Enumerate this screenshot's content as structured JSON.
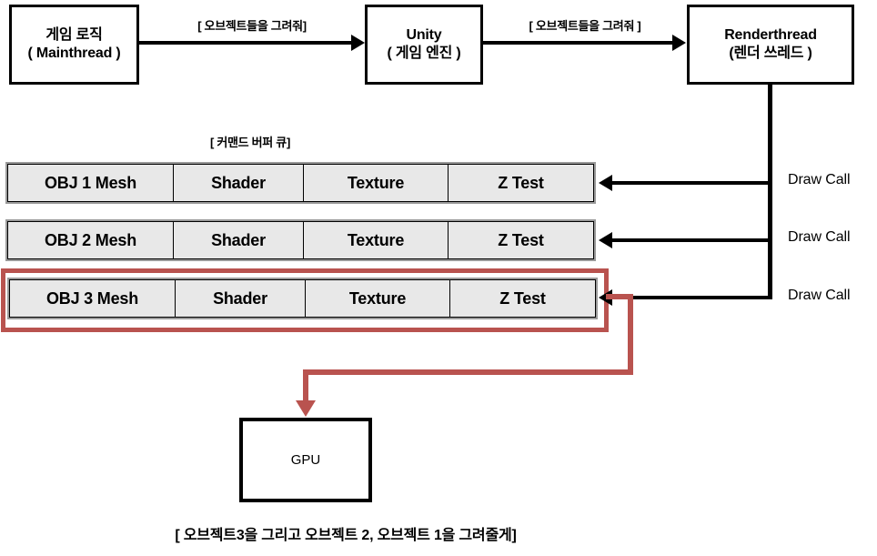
{
  "diagram": {
    "title_caption": "[ 오브젝트3을 그리고 오브젝트 2, 오브젝트 1을 그려줄게]",
    "queue_label": "[ 커맨드 버퍼 큐]",
    "colors": {
      "stroke": "#000000",
      "highlight": "#b9534f",
      "cell_fill": "#e8e8e8",
      "background": "#ffffff"
    },
    "processes": [
      {
        "id": "mainthread",
        "line1": "게임 로직",
        "line2": "( Mainthread )"
      },
      {
        "id": "unity",
        "line1": "Unity",
        "line2": "( 게임 엔진 )"
      },
      {
        "id": "renderthread",
        "line1": "Renderthread",
        "line2": "(렌더 쓰레드 )"
      }
    ],
    "edges": [
      {
        "id": "logic-to-unity",
        "label": "[ 오브젝트들을 그려줘]"
      },
      {
        "id": "unity-to-render",
        "label": "[ 오브젝트들을 그려줘 ]"
      }
    ],
    "command_buffer": {
      "columns": [
        "Mesh",
        "Shader",
        "Texture",
        "Z Test"
      ],
      "rows": [
        {
          "id": "obj1",
          "highlighted": false,
          "cells": [
            "OBJ 1 Mesh",
            "Shader",
            "Texture",
            "Z Test"
          ]
        },
        {
          "id": "obj2",
          "highlighted": false,
          "cells": [
            "OBJ 2 Mesh",
            "Shader",
            "Texture",
            "Z Test"
          ]
        },
        {
          "id": "obj3",
          "highlighted": true,
          "cells": [
            "OBJ 3 Mesh",
            "Shader",
            "Texture",
            "Z Test"
          ]
        }
      ]
    },
    "draw_calls": [
      {
        "id": "draw-call-1",
        "label": "Draw Call"
      },
      {
        "id": "draw-call-2",
        "label": "Draw Call"
      },
      {
        "id": "draw-call-3",
        "label": "Draw Call"
      }
    ],
    "gpu": {
      "id": "gpu",
      "label": "GPU"
    }
  }
}
